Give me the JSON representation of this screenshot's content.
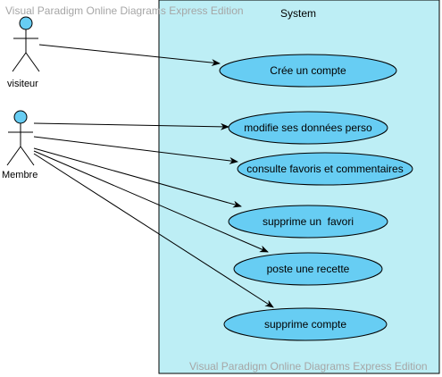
{
  "watermark": "Visual Paradigm Online Diagrams Express Edition",
  "system": {
    "name": "System"
  },
  "actors": [
    {
      "id": "visiteur",
      "label": "visiteur"
    },
    {
      "id": "membre",
      "label": "Membre"
    }
  ],
  "use_cases": [
    {
      "id": "uc1",
      "label": "Crée un compte"
    },
    {
      "id": "uc2",
      "label": "modifie ses données perso"
    },
    {
      "id": "uc3",
      "label": "consulte favoris et commentaires"
    },
    {
      "id": "uc4",
      "label": "supprime un  favori"
    },
    {
      "id": "uc5",
      "label": "poste une recette"
    },
    {
      "id": "uc6",
      "label": "supprime compte"
    }
  ],
  "associations": [
    {
      "from": "visiteur",
      "to": "uc1"
    },
    {
      "from": "membre",
      "to": "uc2"
    },
    {
      "from": "membre",
      "to": "uc3"
    },
    {
      "from": "membre",
      "to": "uc4"
    },
    {
      "from": "membre",
      "to": "uc5"
    },
    {
      "from": "membre",
      "to": "uc6"
    }
  ],
  "colors": {
    "system_fill": "#bdeef5",
    "use_case_fill": "#67cdf3",
    "actor_head_fill": "#67cdf3",
    "line": "#000000"
  }
}
